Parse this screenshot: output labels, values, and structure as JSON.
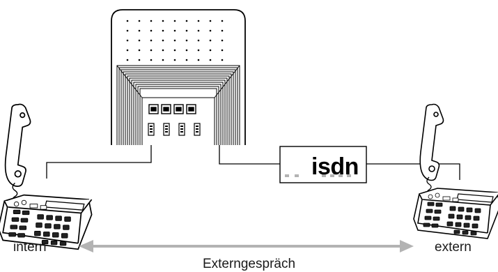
{
  "labels": {
    "internal": "intern",
    "external": "extern",
    "call_type": "Externgespräch",
    "network": "isdn"
  },
  "colors": {
    "line": "#000000",
    "arrow": "#b3b3b3",
    "isdn_dots": "#b3b3b3",
    "background": "#ffffff"
  },
  "icons": {
    "pbx": "telephone-system-icon",
    "left_phone": "desk-telephone-icon",
    "right_phone": "desk-telephone-icon",
    "isdn_box": "isdn-network-box"
  }
}
